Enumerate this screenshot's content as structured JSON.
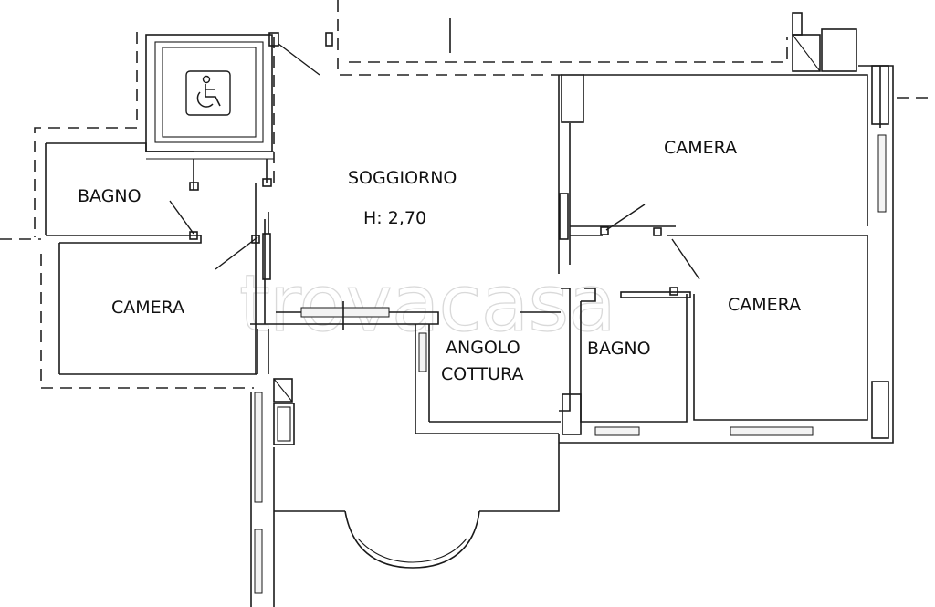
{
  "plan": {
    "ceiling_height": "H: 2,70",
    "watermark": "trovacasa",
    "rooms": {
      "soggiorno": "SOGGIORNO",
      "camera_top_right": "CAMERA",
      "camera_right": "CAMERA",
      "camera_left": "CAMERA",
      "bagno_left": "BAGNO",
      "bagno_right": "BAGNO",
      "angolo_line1": "ANGOLO",
      "angolo_line2": "COTTURA"
    },
    "symbols": {
      "accessibility": "wheelchair-icon"
    }
  }
}
